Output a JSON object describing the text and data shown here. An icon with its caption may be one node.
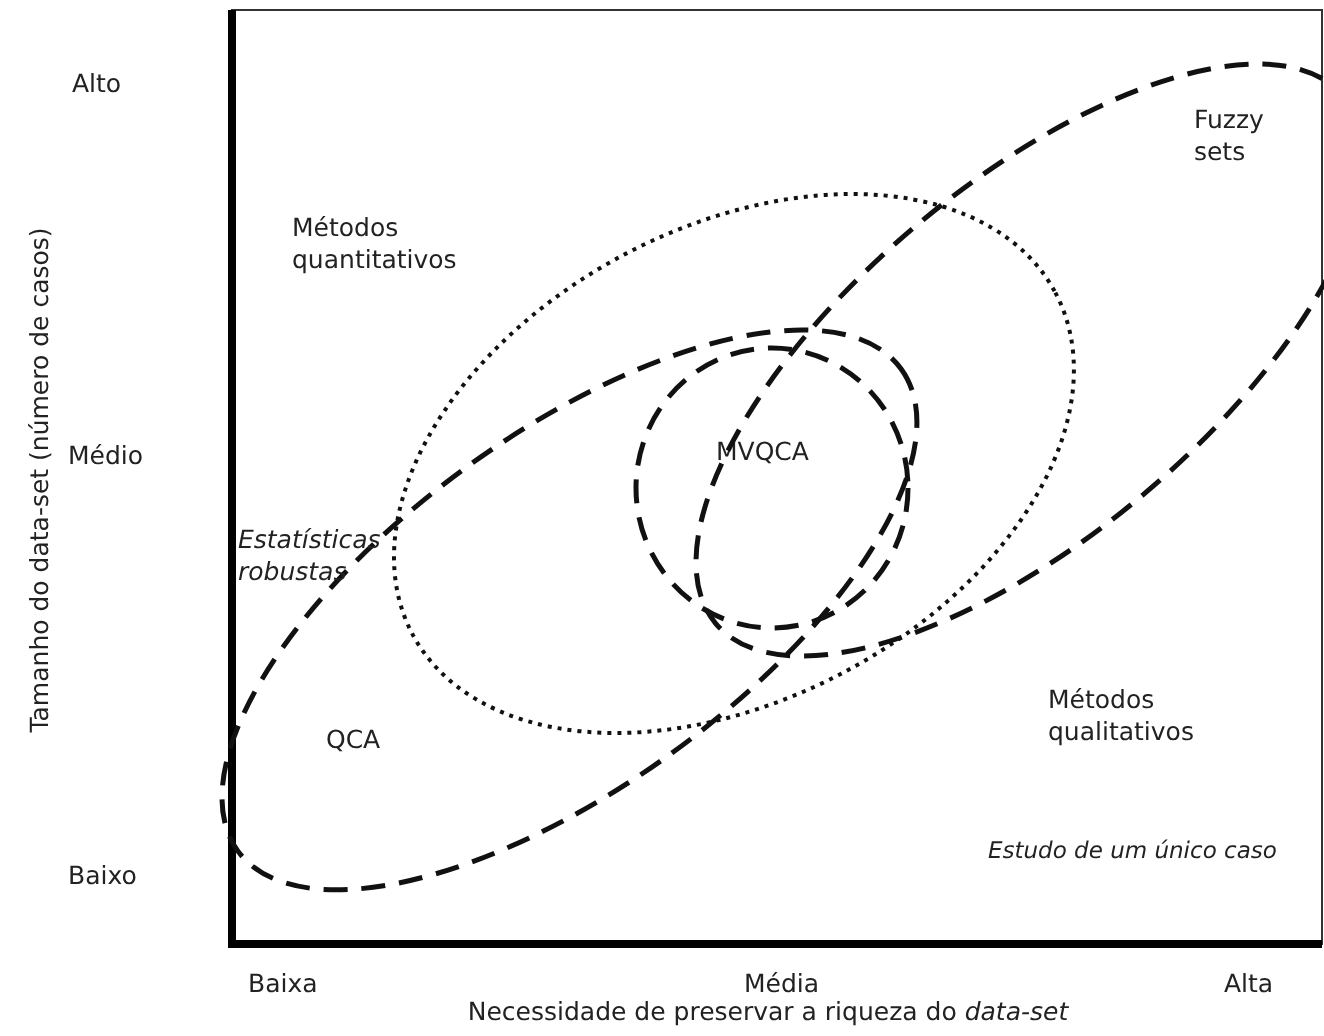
{
  "diagram": {
    "nodes": [
      {
        "text": [
          "QCA"
        ]
      },
      {
        "text": [],
        "shape": "ellipse"
      },
      {
        "text": [
          "MVQCA"
        ]
      },
      {
        "text": [
          "Fuzzy sets"
        ]
      }
    ],
    "labels": [
      "Alto",
      "Médio",
      "Baixo",
      "Tamanho do data-set (número de casos)",
      "Métodos quantitativos",
      "Estatísticas robustas",
      "Métodos qualitativos",
      "Estudo de um único caso",
      "Baixa",
      "Média",
      "Alta",
      "Necessidade de preservar a riqueza do *data-set*"
    ]
  }
}
